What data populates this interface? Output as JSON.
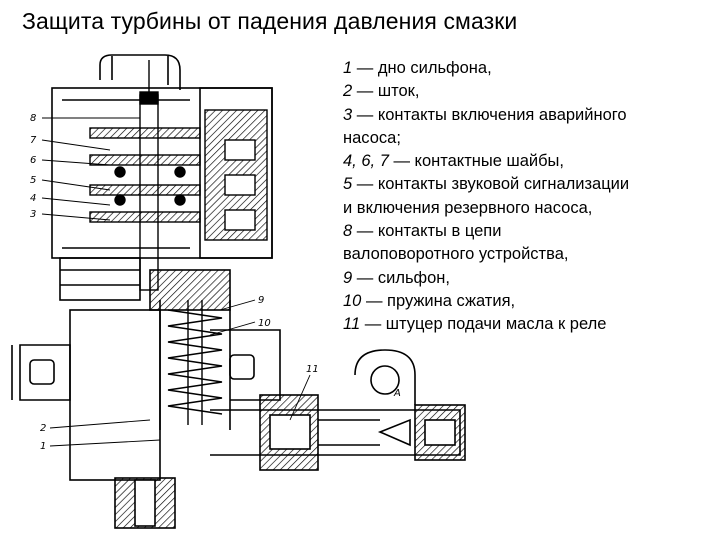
{
  "title": "Защита турбины от падения давления смазки",
  "legend": {
    "lines": [
      {
        "num": "1",
        "text": " — дно сильфона,"
      },
      {
        "num": "2",
        "text": " — шток,"
      },
      {
        "num": "3",
        "text": " — контакты включения аварийного"
      },
      {
        "num": "",
        "text": "насоса;"
      },
      {
        "num": "4, 6, 7",
        "text": " — контактные шайбы,"
      },
      {
        "num": "5",
        "text": " — контакты звуковой сигнализации"
      },
      {
        "num": "",
        "text": "и включения резервного насоса,"
      },
      {
        "num": "8",
        "text": " — контакты в цепи"
      },
      {
        "num": "",
        "text": "валоповоротного устройства,"
      },
      {
        "num": "9",
        "text": " — сильфон,"
      },
      {
        "num": "10",
        "text": " — пружина сжатия,"
      },
      {
        "num": "11",
        "text": " — штуцер подачи масла к реле"
      }
    ]
  },
  "callouts": {
    "c8": "8",
    "c7": "7",
    "c6": "6",
    "c5": "5",
    "c4": "4",
    "c3": "3",
    "c9": "9",
    "c10": "10",
    "c11": "11",
    "c2": "2",
    "c1": "1",
    "cA": "A"
  }
}
